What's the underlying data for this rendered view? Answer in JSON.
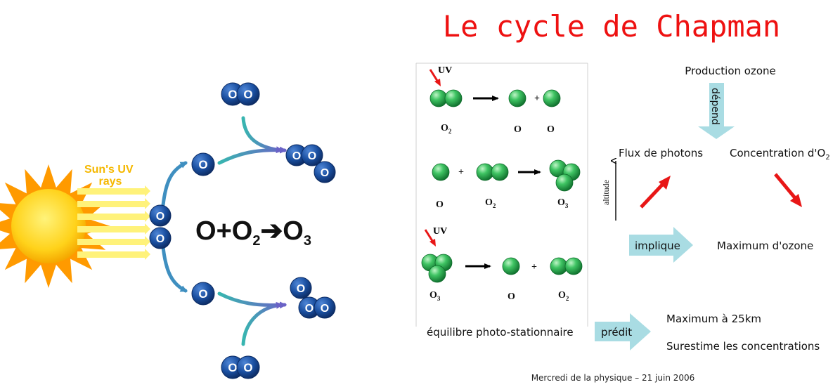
{
  "title": "Le cycle de Chapman",
  "sun_label": "Sun's UV rays",
  "sun_label_lines": [
    "Sun's UV",
    "rays"
  ],
  "atom_label": "O",
  "equation": {
    "o": "O",
    "plus": "+",
    "o2_base": "O",
    "o2_sub": "2",
    "o3_base": "O",
    "o3_sub": "3"
  },
  "reactions": {
    "uv": "UV",
    "plus": "+",
    "o": "O",
    "o2": {
      "base": "O",
      "sub": "2"
    },
    "o3": {
      "base": "O",
      "sub": "3"
    }
  },
  "concepts": {
    "production": "Production ozone",
    "depend": "dépend",
    "flux": "Flux de photons",
    "concentration": {
      "base": "Concentration d'O",
      "sub": "2"
    },
    "altitude": "altitude",
    "implique": "implique",
    "maximum_ozone": "Maximum d'ozone",
    "equilibre": "équilibre photo-stationnaire",
    "predit": "prédit",
    "max25": "Maximum à 25km",
    "surestime": "Surestime les concentrations"
  },
  "footer": "Mercredi de la physique – 21 juin 2006",
  "colors": {
    "title": "#ee1111",
    "sun": "#ffd21a",
    "sun_rays": "#ff9a00",
    "uv_beams": "#fff27a",
    "atom_blue": "#1a4fa0",
    "green_sphere": "#1f9e3f",
    "block_arrow": "#a9dce3",
    "red_arrow": "#e81616",
    "purple_arrow": "#6a62c6"
  }
}
